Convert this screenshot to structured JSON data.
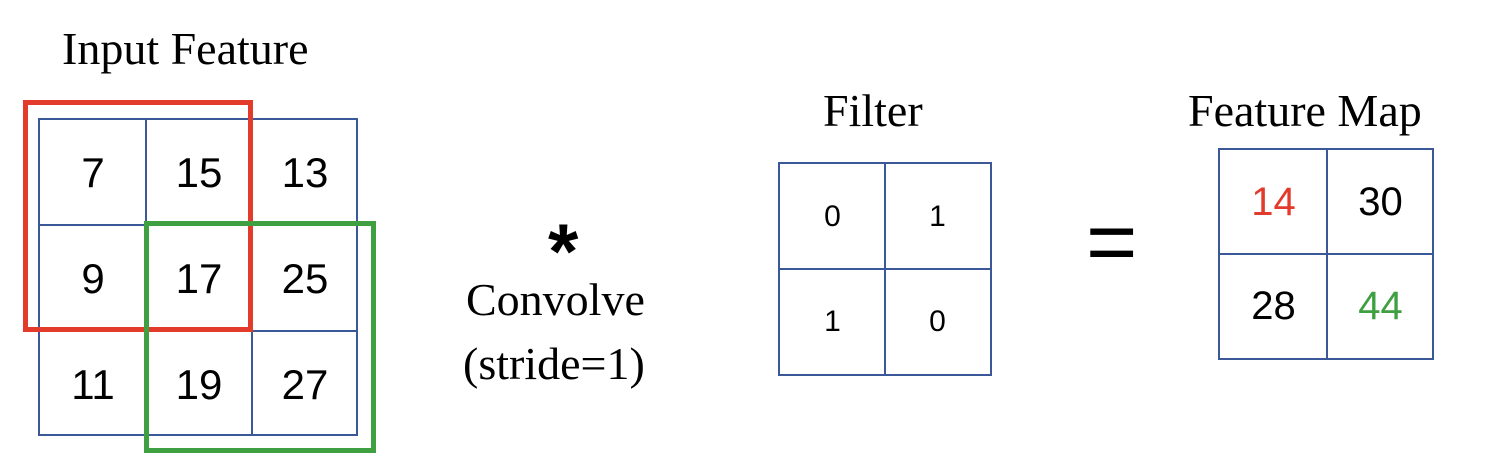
{
  "colors": {
    "grid_border": "#3b5998",
    "red_window": "#e23a2b",
    "green_window": "#3ea040",
    "red_value": "#e23a2b",
    "green_value": "#3ea040",
    "text": "#000000"
  },
  "input": {
    "title": "Input Feature",
    "rows": [
      [
        "7",
        "15",
        "13"
      ],
      [
        "9",
        "17",
        "25"
      ],
      [
        "11",
        "19",
        "27"
      ]
    ]
  },
  "operator": {
    "symbol": "*",
    "line1": "Convolve",
    "line2": "(stride=1)"
  },
  "filter": {
    "title": "Filter",
    "rows": [
      [
        "0",
        "1"
      ],
      [
        "1",
        "0"
      ]
    ]
  },
  "equals": "=",
  "output": {
    "title": "Feature Map",
    "rows": [
      [
        "14",
        "30"
      ],
      [
        "28",
        "44"
      ]
    ]
  }
}
